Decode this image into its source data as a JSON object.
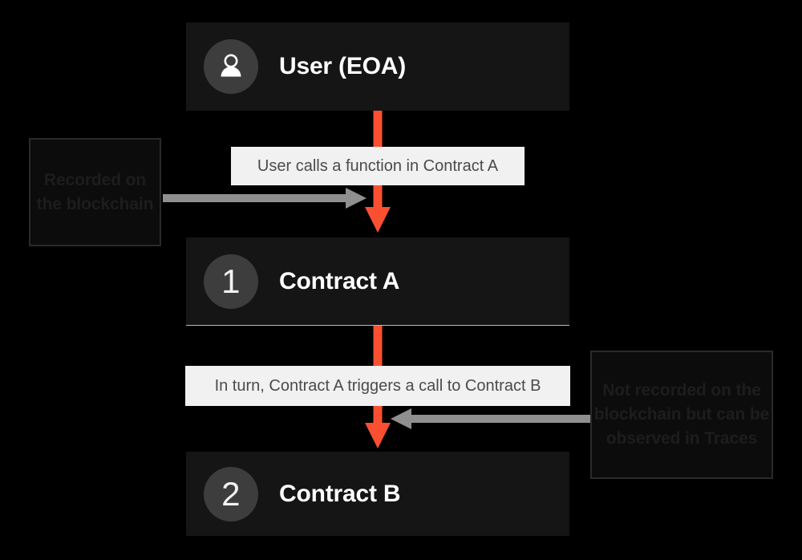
{
  "diagram": {
    "title": "Contract call flow recorded on the blockchain",
    "background_color": "#000000",
    "accent_color": "#fa5031",
    "node_color": "#151515",
    "badge_color": "#3d3d3d",
    "caption_background": "#f1f1f1",
    "caption_text_color": "#4b4b4b",
    "gray_arrow_color": "#8f8f8f",
    "nodes": [
      {
        "badge": "user-icon",
        "badge_text": "",
        "label": "User (EOA)"
      },
      {
        "badge": "number",
        "badge_text": "1",
        "label": "Contract A"
      },
      {
        "badge": "number",
        "badge_text": "2",
        "label": "Contract B"
      }
    ],
    "captions": [
      {
        "text": "User calls a function in Contract A"
      },
      {
        "text": "In turn, Contract A triggers a call to Contract B"
      }
    ],
    "notes": [
      {
        "text": "Recorded on the blockchain",
        "position": "left"
      },
      {
        "text": "Not recorded on the blockchain but can be observed in Traces",
        "position": "right"
      }
    ]
  }
}
